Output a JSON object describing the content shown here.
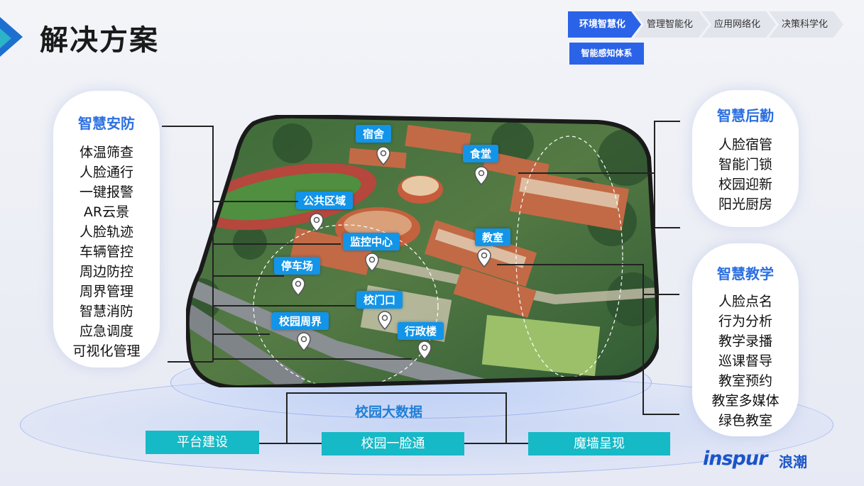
{
  "header": {
    "title": "解决方案",
    "steps": [
      {
        "label": "环境智慧化",
        "active": true
      },
      {
        "label": "管理智能化",
        "active": false
      },
      {
        "label": "应用网络化",
        "active": false
      },
      {
        "label": "决策科学化",
        "active": false
      }
    ],
    "sub_tab": "智能感知体系"
  },
  "left_panel": {
    "title": "智慧安防",
    "items": [
      "体温筛查",
      "人脸通行",
      "一键报警",
      "AR云景",
      "人脸轨迹",
      "车辆管控",
      "周边防控",
      "周界管理",
      "智慧消防",
      "应急调度",
      "可视化管理"
    ]
  },
  "right_top_panel": {
    "title": "智慧后勤",
    "items": [
      "人脸宿管",
      "智能门锁",
      "校园迎新",
      "阳光厨房"
    ]
  },
  "right_bottom_panel": {
    "title": "智慧教学",
    "items": [
      "人脸点名",
      "行为分析",
      "教学录播",
      "巡课督导",
      "教室预约",
      "教室多媒体",
      "绿色教室"
    ]
  },
  "map": {
    "pois": [
      "宿舍",
      "食堂",
      "公共区域",
      "监控中心",
      "教室",
      "停车场",
      "校门口",
      "校园周界",
      "行政楼"
    ]
  },
  "bottom": {
    "center_label": "校园大数据",
    "buttons": [
      "平台建设",
      "校园一脸通",
      "魔墙呈现"
    ]
  },
  "brand": {
    "logo_text": "inspur",
    "logo_cn": "浪潮"
  }
}
